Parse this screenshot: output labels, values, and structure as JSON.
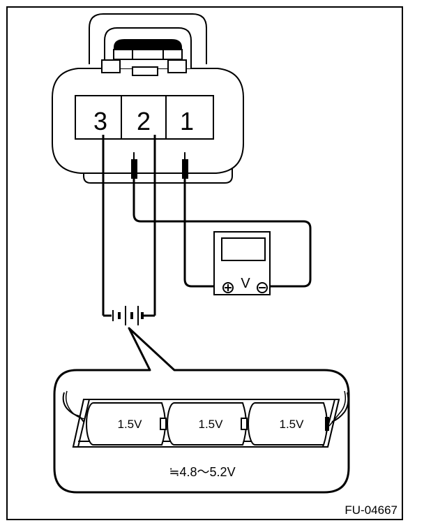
{
  "connector": {
    "pins": [
      {
        "label": "3"
      },
      {
        "label": "2"
      },
      {
        "label": "1"
      }
    ]
  },
  "voltmeter": {
    "label": "V",
    "plus_icon": "plus-circle-icon",
    "minus_icon": "minus-circle-icon"
  },
  "battery_pack": {
    "cells": [
      {
        "label": "1.5V"
      },
      {
        "label": "1.5V"
      },
      {
        "label": "1.5V"
      }
    ],
    "total_label": "≒4.8～5.2V"
  },
  "figure_id": "FU-04667"
}
